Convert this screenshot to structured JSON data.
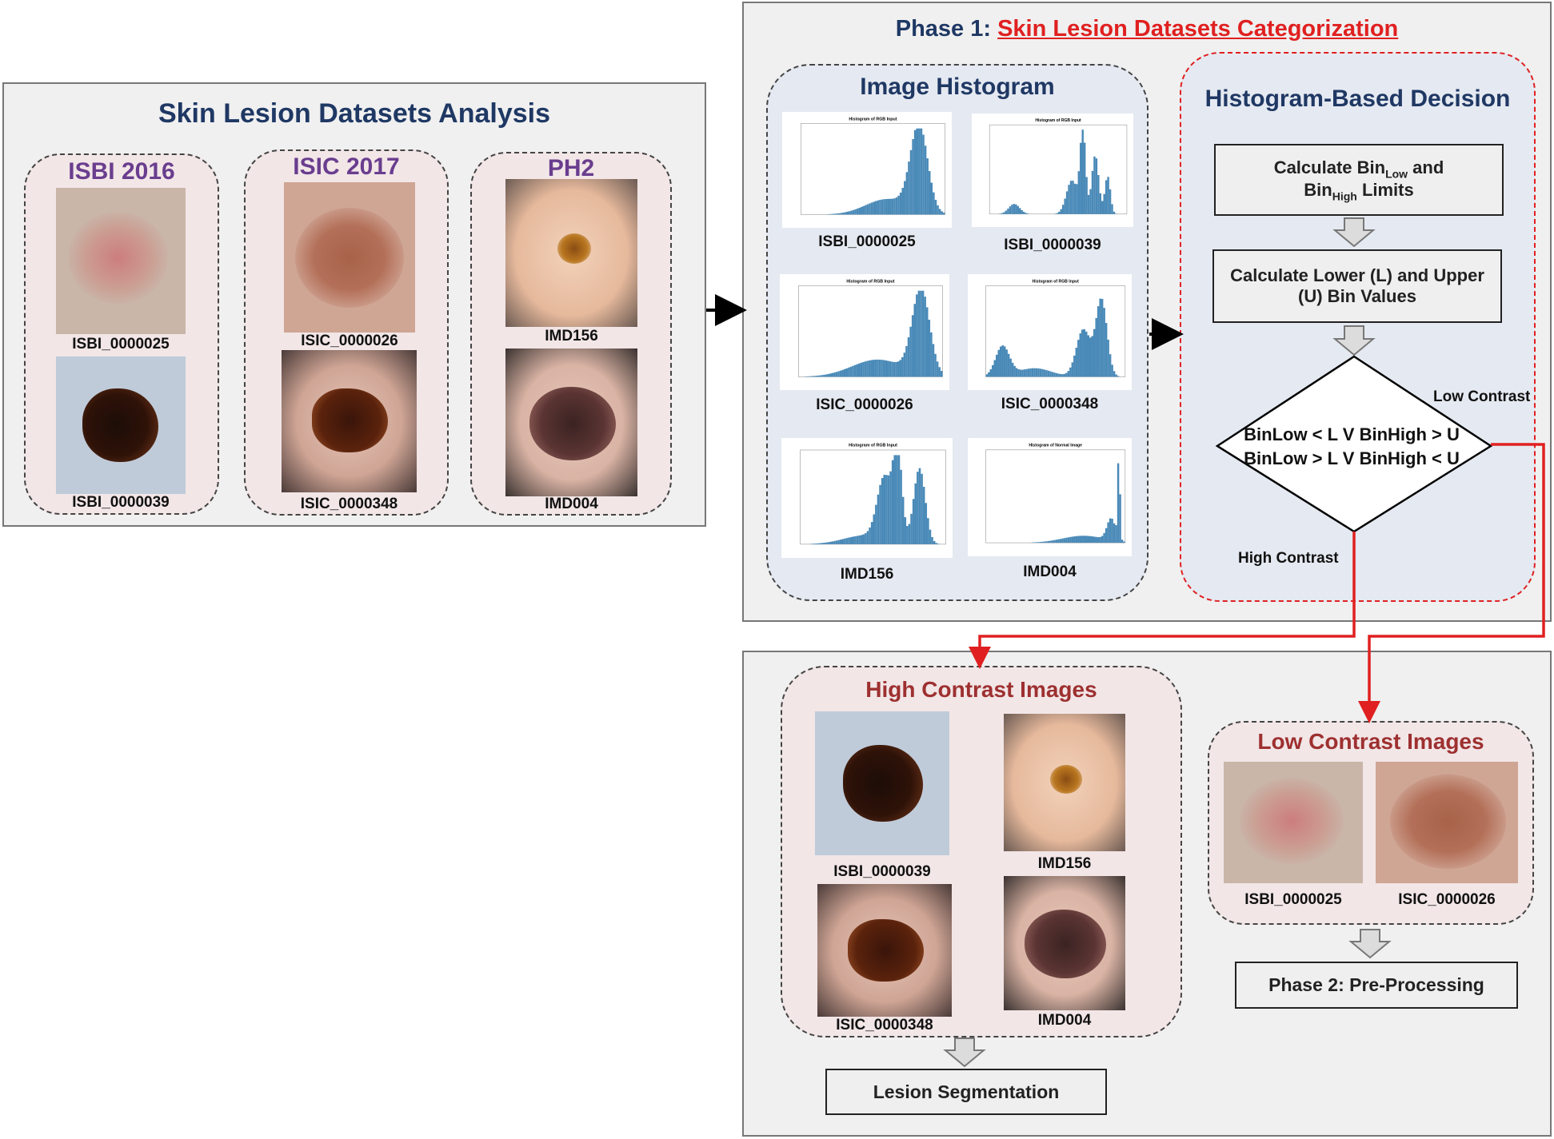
{
  "analysis": {
    "title": "Skin Lesion Datasets Analysis",
    "datasets": [
      {
        "name": "ISBI 2016",
        "images": [
          "ISBI_0000025",
          "ISBI_0000039"
        ]
      },
      {
        "name": "ISIC 2017",
        "images": [
          "ISIC_0000026",
          "ISIC_0000348"
        ]
      },
      {
        "name": "PH2",
        "images": [
          "IMD156",
          "IMD004"
        ]
      }
    ]
  },
  "phase1": {
    "prefix": "Phase 1: ",
    "title": "Skin Lesion Datasets Categorization",
    "histogram": {
      "title": "Image Histogram",
      "items": [
        {
          "label": "ISBI_0000025",
          "chart_title": "Histogram of RGB Input"
        },
        {
          "label": "ISBI_0000039",
          "chart_title": "Histogram of RGB Input"
        },
        {
          "label": "ISIC_0000026",
          "chart_title": "Histogram of RGB Input"
        },
        {
          "label": "ISIC_0000348",
          "chart_title": "Histogram of RGB Input"
        },
        {
          "label": "IMD156",
          "chart_title": "Histogram of RGB Input"
        },
        {
          "label": "IMD004",
          "chart_title": "Histogram of Normal Image"
        }
      ]
    },
    "decision": {
      "title": "Histogram-Based Decision",
      "step1": {
        "a": "Calculate Bin",
        "a_sub": "Low",
        "b": " and",
        "c": "Bin",
        "c_sub": "High",
        "d": " Limits"
      },
      "step2": {
        "line1": "Calculate Lower (L) and Upper",
        "line2": "(U) Bin Values"
      },
      "condition": {
        "line1": "BinLow < L V BinHigh > U",
        "line2": "BinLow > L V BinHigh < U"
      },
      "low_label": "Low Contrast",
      "high_label": "High Contrast"
    }
  },
  "results": {
    "high": {
      "title": "High Contrast Images",
      "images": [
        "ISBI_0000039",
        "IMD156",
        "ISIC_0000348",
        "IMD004"
      ]
    },
    "low": {
      "title": "Low Contrast Images",
      "images": [
        "ISBI_0000025",
        "ISIC_0000026"
      ]
    },
    "next_high": "Lesion Segmentation",
    "next_low": "Phase 2: Pre-Processing"
  },
  "colors": {
    "accent_red": "#e02020",
    "title_blue": "#1f3864",
    "dataset_purple": "#6a3d8e",
    "result_red": "#9e3030",
    "bar_blue": "#4a8ab8"
  }
}
